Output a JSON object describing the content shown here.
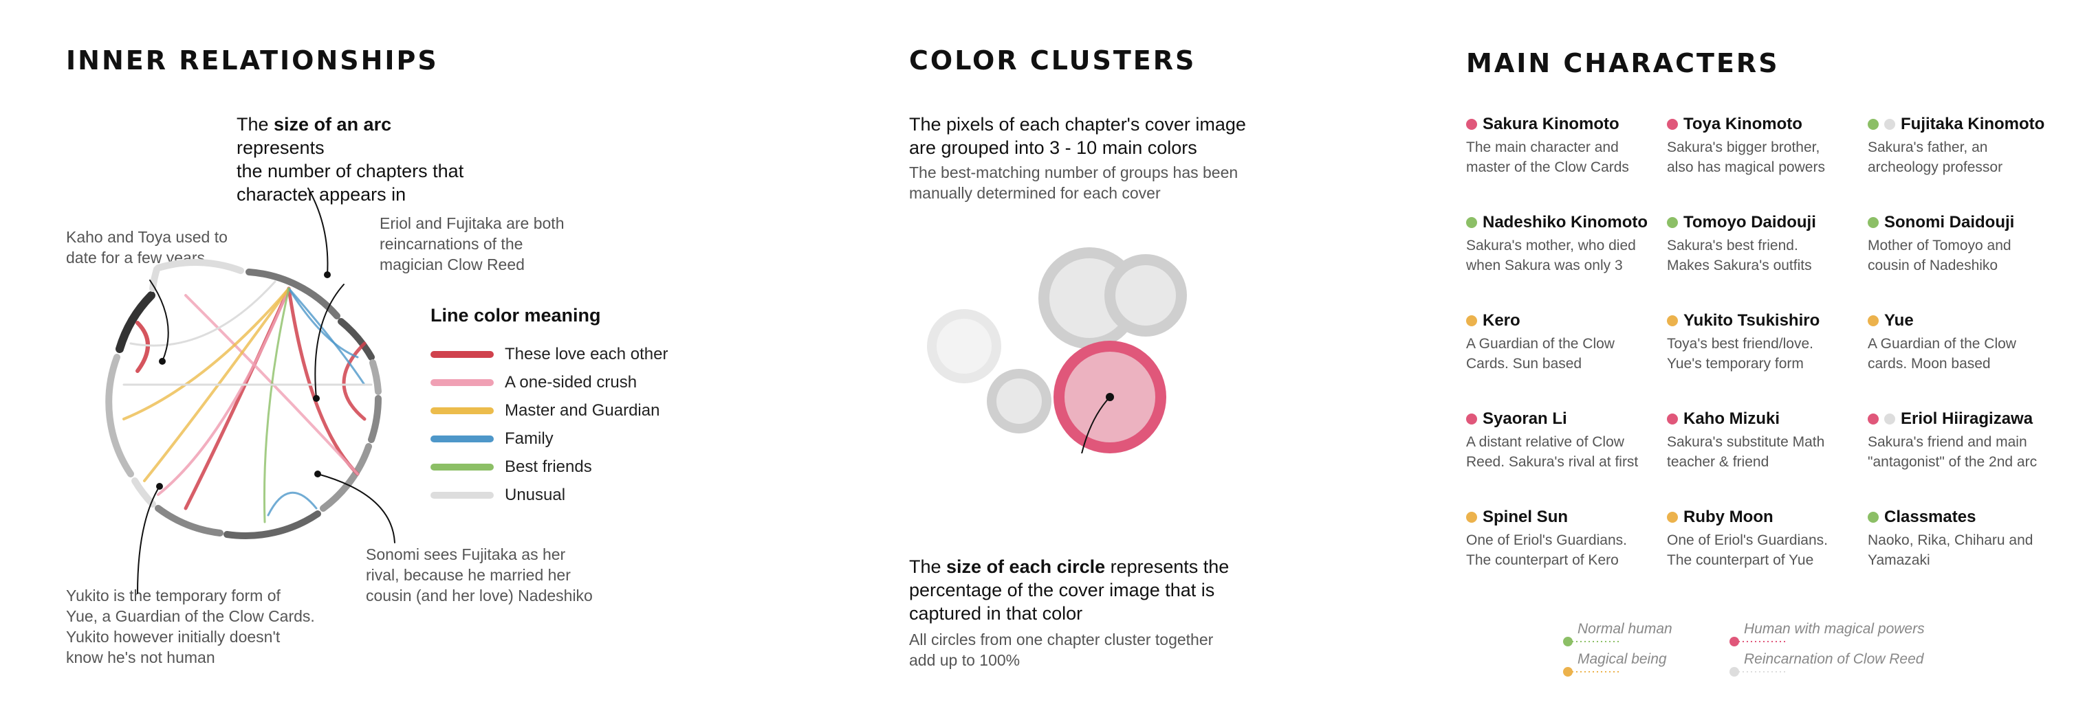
{
  "sections": {
    "inner_relationships": "INNER RELATIONSHIPS",
    "color_clusters": "COLOR CLUSTERS",
    "main_characters": "MAIN CHARACTERS"
  },
  "annotations": {
    "arc_size": {
      "prefix": "The ",
      "bold": "size of an arc",
      "rest1": " represents",
      "line2": "the number of chapters that",
      "line3": "character appears in"
    },
    "kaho_toya": [
      "Kaho and Toya used to",
      "date for a few years"
    ],
    "eriol_fujitaka": [
      "Eriol and Fujitaka are both",
      "reincarnations of the",
      "magician Clow Reed"
    ],
    "yukito": [
      "Yukito is the temporary form of",
      "Yue, a Guardian of the Clow Cards.",
      "Yukito however initially doesn't",
      "know he's not human"
    ],
    "sonomi": [
      "Sonomi sees Fujitaka as her",
      "rival, because he married her",
      "cousin (and her love) Nadeshiko"
    ]
  },
  "line_legend": {
    "title": "Line color meaning",
    "items": [
      {
        "label": "These love each other",
        "color": "#d0424d"
      },
      {
        "label": "A one-sided crush",
        "color": "#f0a0b4"
      },
      {
        "label": "Master and Guardian",
        "color": "#ecbc4c"
      },
      {
        "label": "Family",
        "color": "#4e97c9"
      },
      {
        "label": "Best friends",
        "color": "#8cbf66"
      },
      {
        "label": "Unusual",
        "color": "#dddddd"
      }
    ]
  },
  "clusters_text": {
    "intro1": "The pixels of each chapter's cover image",
    "intro2": "are grouped into 3 - 10 main colors",
    "note1": "The best-matching number of groups has been",
    "note2": "manually determined for each cover",
    "size_prefix": "The ",
    "size_bold": "size of each circle",
    "size_rest": " represents the",
    "size_line2": "percentage of the cover image that is",
    "size_line3": "captured in that color",
    "foot1": "All circles from one chapter cluster together",
    "foot2": "add up to 100%"
  },
  "characters": [
    {
      "name": "Sakura Kinomoto",
      "desc1": "The main character and",
      "desc2": "master of the Clow Cards",
      "dots": [
        "#e0577a"
      ]
    },
    {
      "name": "Toya Kinomoto",
      "desc1": "Sakura's bigger brother,",
      "desc2": "also has magical powers",
      "dots": [
        "#e0577a"
      ]
    },
    {
      "name": "Fujitaka Kinomoto",
      "desc1": "Sakura's father, an",
      "desc2": "archeology professor",
      "dots": [
        "#8cbf66",
        "#dddddd"
      ]
    },
    {
      "name": "Nadeshiko Kinomoto",
      "desc1": "Sakura's mother, who died",
      "desc2": "when Sakura was only 3",
      "dots": [
        "#8cbf66"
      ]
    },
    {
      "name": "Tomoyo Daidouji",
      "desc1": "Sakura's best friend.",
      "desc2": "Makes Sakura's outfits",
      "dots": [
        "#8cbf66"
      ]
    },
    {
      "name": "Sonomi Daidouji",
      "desc1": "Mother of Tomoyo and",
      "desc2": "cousin of Nadeshiko",
      "dots": [
        "#8cbf66"
      ]
    },
    {
      "name": "Kero",
      "desc1": "A Guardian of the Clow",
      "desc2": "Cards. Sun based",
      "dots": [
        "#ecb24c"
      ]
    },
    {
      "name": "Yukito Tsukishiro",
      "desc1": "Toya's best friend/love.",
      "desc2": "Yue's temporary form",
      "dots": [
        "#ecb24c"
      ]
    },
    {
      "name": "Yue",
      "desc1": "A Guardian of the Clow",
      "desc2": "cards. Moon based",
      "dots": [
        "#ecb24c"
      ]
    },
    {
      "name": "Syaoran Li",
      "desc1": "A distant relative of Clow",
      "desc2": "Reed. Sakura's rival at first",
      "dots": [
        "#e0577a"
      ]
    },
    {
      "name": "Kaho Mizuki",
      "desc1": "Sakura's substitute Math",
      "desc2": "teacher & friend",
      "dots": [
        "#e0577a"
      ]
    },
    {
      "name": "Eriol Hiiragizawa",
      "desc1": "Sakura's friend and main",
      "desc2": "\"antagonist\" of the 2nd arc",
      "dots": [
        "#e0577a",
        "#dddddd"
      ]
    },
    {
      "name": "Spinel Sun",
      "desc1": "One of Eriol's Guardians.",
      "desc2": "The counterpart of Kero",
      "dots": [
        "#ecb24c"
      ]
    },
    {
      "name": "Ruby Moon",
      "desc1": "One of Eriol's Guardians.",
      "desc2": "The counterpart of Yue",
      "dots": [
        "#ecb24c"
      ]
    },
    {
      "name": "Classmates",
      "desc1": "Naoko, Rika, Chiharu and",
      "desc2": "Yamazaki",
      "dots": [
        "#8cbf66"
      ]
    }
  ],
  "type_key": [
    {
      "label": "Normal human",
      "color": "#8cbf66"
    },
    {
      "label": "Human with magical powers",
      "color": "#e0577a"
    },
    {
      "label": "Magical being",
      "color": "#ecb24c"
    },
    {
      "label": "Reincarnation of Clow Reed",
      "color": "#dddddd"
    }
  ]
}
